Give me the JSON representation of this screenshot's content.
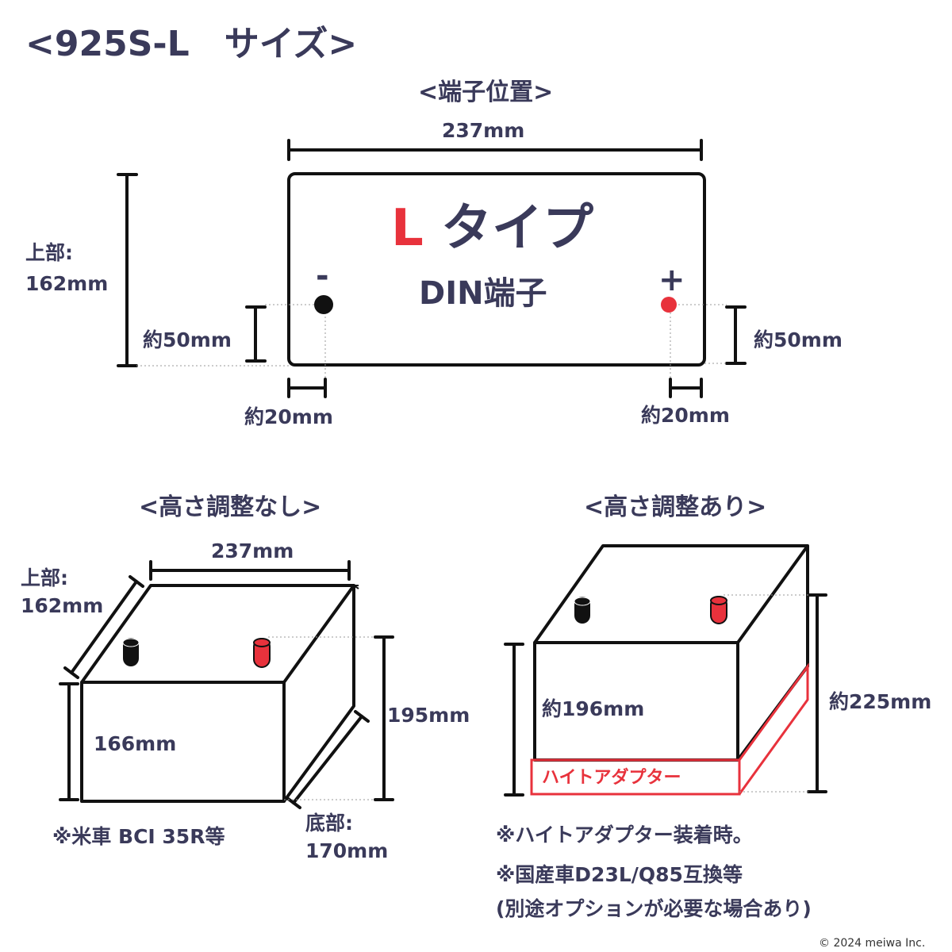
{
  "title": "<925S-L　サイズ>",
  "top": {
    "section_title": "<端子位置>",
    "width": "237mm",
    "height_label_1": "上部:",
    "height_label_2": "162mm",
    "type_letter": "L",
    "type_text": "タイプ",
    "terminal_type": "DIN端子",
    "minus_sign": "-",
    "plus_sign": "+",
    "left_offset_v": "約50mm",
    "right_offset_v": "約50mm",
    "left_offset_h": "約20mm",
    "right_offset_h": "約20mm"
  },
  "left_box": {
    "section_title": "<高さ調整なし>",
    "top_width": "237mm",
    "top_depth_1": "上部:",
    "top_depth_2": "162mm",
    "front_height": "166mm",
    "total_height": "195mm",
    "bottom_1": "底部:",
    "bottom_2": "170mm",
    "note": "※米車 BCI 35R等"
  },
  "right_box": {
    "section_title": "<高さ調整あり>",
    "front_height": "約196mm",
    "total_height": "約225mm",
    "adapter_label": "ハイトアダプター",
    "note_1": "※ハイトアダプター装着時。",
    "note_2": "※国産車D23L/Q85互換等",
    "note_3": "(別途オプションが必要な場合あり)"
  },
  "copyright": "© 2024 meiwa Inc.",
  "colors": {
    "text": "#3a3a5a",
    "accent": "#e8323c",
    "line": "#111111"
  }
}
